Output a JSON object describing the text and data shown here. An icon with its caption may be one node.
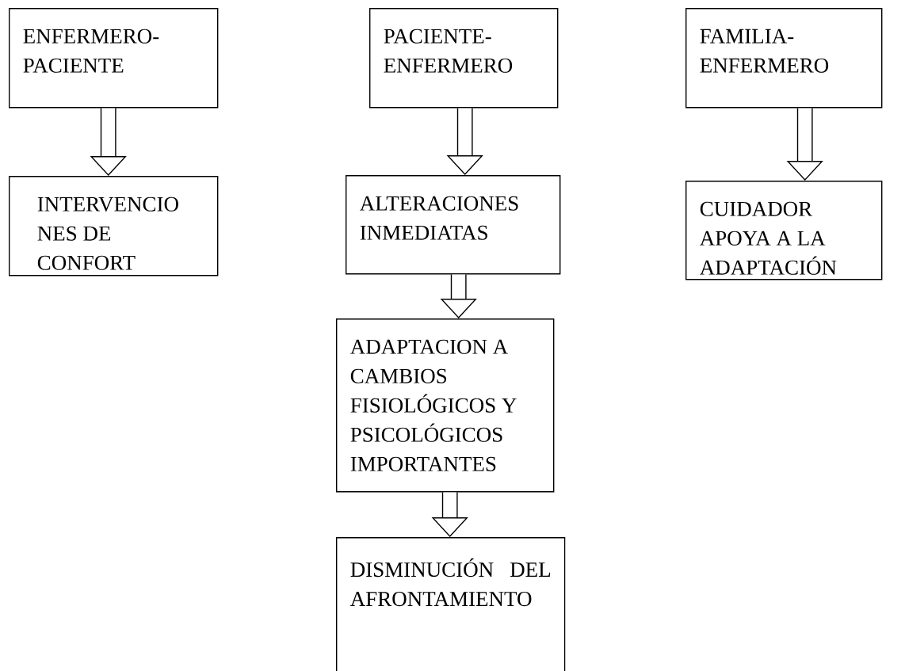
{
  "diagram": {
    "nodes": [
      {
        "text": [
          "ENFERMERO-PACIENTE"
        ]
      },
      {
        "text": [
          "INTERVENCIO NES DE CONFORT"
        ]
      },
      {
        "text": [
          "PACIENTE-ENFERMERO"
        ]
      },
      {
        "text": [
          "ALTERACIONES INMEDIATAS"
        ]
      },
      {
        "text": [
          "ADAPTACION A CAMBIOS FISIOLÓGICOS Y PSICOLÓGICOS IMPORTANTES"
        ]
      },
      {
        "text": [
          "DISMINUCIÓN DEL AFRONTAMIENTO"
        ]
      },
      {
        "text": [
          "FAMILIA-ENFERMERO"
        ]
      },
      {
        "text": [
          "CUIDADOR APOYA A LA ADAPTACIÓN"
        ]
      }
    ],
    "edges": [
      {
        "from": 0,
        "to": 1,
        "arrow": "to"
      },
      {
        "from": 2,
        "to": 3,
        "arrow": "to"
      },
      {
        "from": 3,
        "to": 4,
        "arrow": "to"
      },
      {
        "from": 4,
        "to": 5,
        "arrow": "to"
      },
      {
        "from": 6,
        "to": 7,
        "arrow": "to"
      }
    ]
  }
}
